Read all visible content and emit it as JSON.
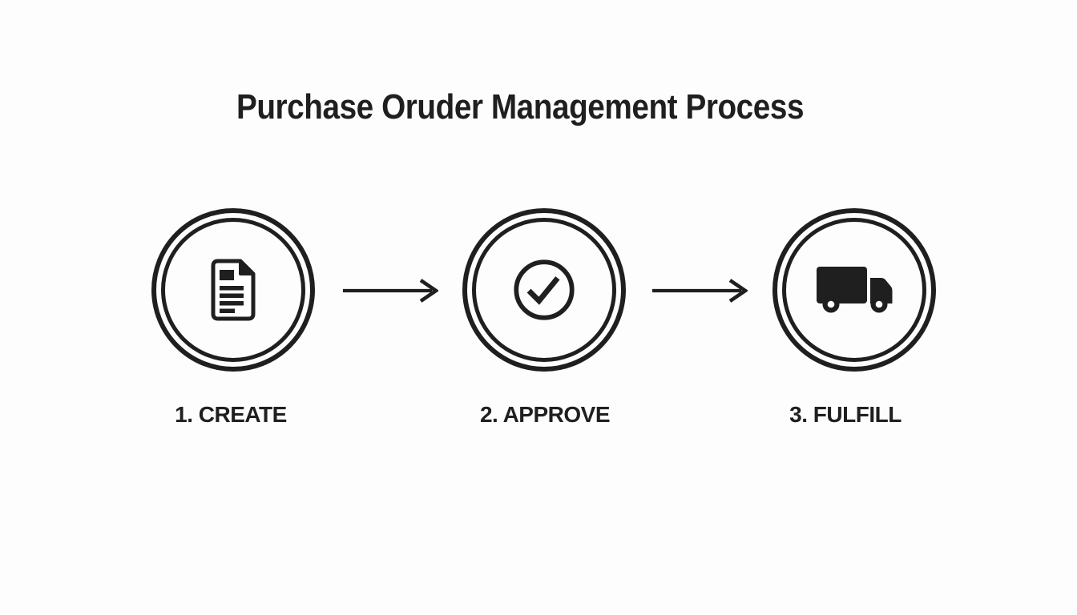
{
  "title": "Purchase Oruder Management Process",
  "colors": {
    "ink": "#1f1f1f",
    "background": "#fdfdfd"
  },
  "steps": [
    {
      "label": "1. CREATE",
      "icon": "document-icon"
    },
    {
      "label": "2. APPROVE",
      "icon": "checkmark-circle-icon"
    },
    {
      "label": "3. FULFILL",
      "icon": "truck-icon"
    }
  ],
  "connectors": [
    {
      "icon": "arrow-right-icon"
    },
    {
      "icon": "arrow-right-icon"
    }
  ]
}
